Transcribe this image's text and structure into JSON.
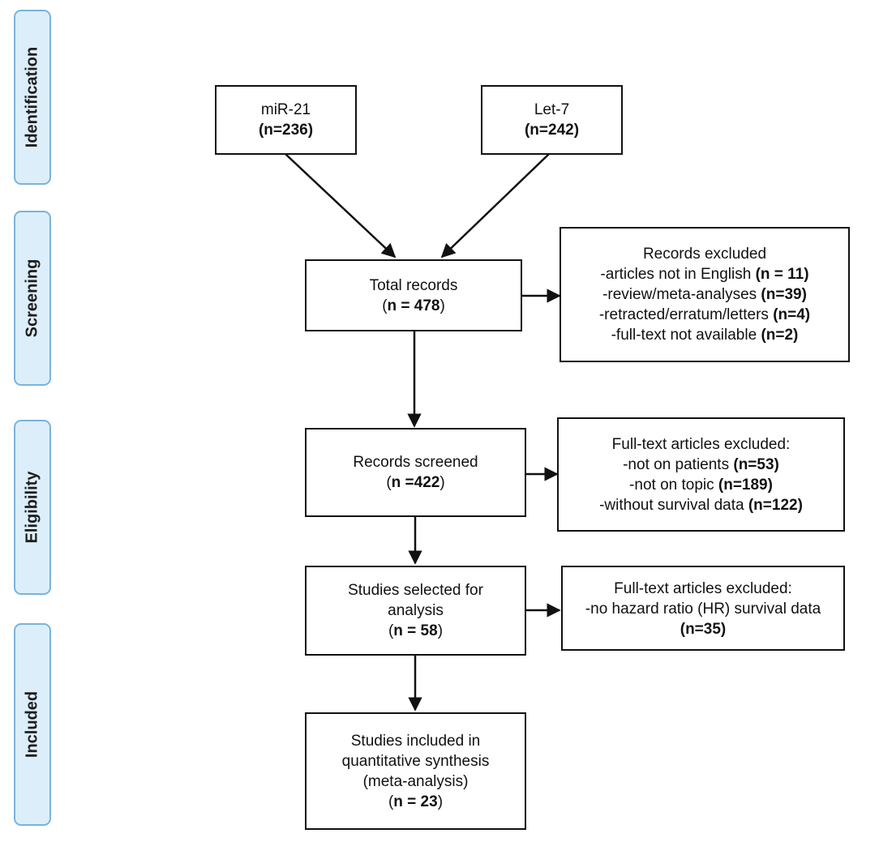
{
  "phases": {
    "identification": "Identification",
    "screening": "Screening",
    "eligibility": "Eligibility",
    "included": "Included"
  },
  "boxes": {
    "mir21": {
      "label": "miR-21",
      "count": "(n=236)"
    },
    "let7": {
      "label": "Let-7",
      "count": "(n=242)"
    },
    "total": {
      "label": "Total records",
      "count_open": "(",
      "count": "n = 478",
      "count_close": ")"
    },
    "excluded1": {
      "title": "Records excluded",
      "items": [
        {
          "text": "-articles not in English ",
          "count": "(n = 11)"
        },
        {
          "text": "-review/meta-analyses ",
          "count": "(n=39)"
        },
        {
          "text": "-retracted/erratum/letters ",
          "count": "(n=4)"
        },
        {
          "text": "-full-text not available ",
          "count": "(n=2)"
        }
      ]
    },
    "screened": {
      "label": "Records screened",
      "count_open": "(",
      "count": "n =422",
      "count_close": ")"
    },
    "excluded2": {
      "title": "Full-text articles excluded:",
      "items": [
        {
          "text": "-not on patients ",
          "count": "(n=53)"
        },
        {
          "text": "-not on topic ",
          "count": "(n=189)"
        },
        {
          "text": "-without survival data ",
          "count": "(n=122)"
        }
      ]
    },
    "selected": {
      "label_line1": "Studies selected for",
      "label_line2": "analysis",
      "count_open": "(",
      "count": "n = 58",
      "count_close": ")"
    },
    "excluded3": {
      "title": "Full-text articles excluded:",
      "line": "-no hazard ratio (HR) survival data",
      "count": "(n=35)"
    },
    "included": {
      "line1": "Studies included in",
      "line2": "quantitative synthesis",
      "line3": "(meta-analysis)",
      "count_open": "(",
      "count": "n = 23",
      "count_close": ")"
    }
  }
}
